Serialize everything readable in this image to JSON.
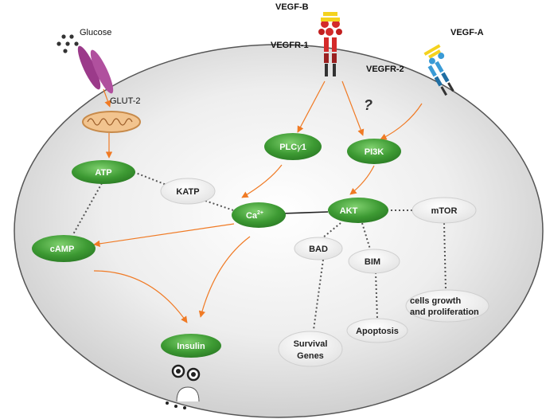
{
  "colors": {
    "arrow": "#f07a24",
    "green_node": "#3d9a33",
    "gray_node": "#efefef",
    "cell": "#d9d9d9",
    "receptor_red": "#d42a2a",
    "receptor_blue": "#3a9bd6",
    "glut": "#9b3a8a",
    "mito": "#d8a066"
  },
  "labels": {
    "glucose": "Glucose",
    "glut2": "GLUT-2",
    "vegfb": "VEGF-B",
    "vegfr1": "VEGFR-1",
    "vegfa": "VEGF-A",
    "vegfr2": "VEGFR-2",
    "question": "?"
  },
  "nodes": {
    "atp": "ATP",
    "camp": "cAMP",
    "plc_prefix": "PLC",
    "plc_gamma": "γ",
    "plc_suffix": "1",
    "pi3k": "PI3K",
    "katp": "KATP",
    "ca": "Ca",
    "ca_sup": "2+",
    "akt": "AKT",
    "mtor": "mTOR",
    "bad": "BAD",
    "bim": "BIM",
    "insulin": "Insulin",
    "survival_line1": "Survival",
    "survival_line2": "Genes",
    "apoptosis": "Apoptosis",
    "cells_growth_line1": "cells growth",
    "cells_growth_line2": "and proliferation"
  },
  "icons": {
    "glucose": "glucose-dots-icon",
    "glut2": "glut2-transporter-icon",
    "mitochondrion": "mitochondrion-icon",
    "vegfb": "vegfb-ligand-icon",
    "vegfr1": "vegfr1-receptor-icon",
    "vegfa": "vegfa-ligand-icon",
    "vegfr2": "vegfr2-receptor-icon",
    "insulin_granules": "insulin-granule-icon"
  }
}
